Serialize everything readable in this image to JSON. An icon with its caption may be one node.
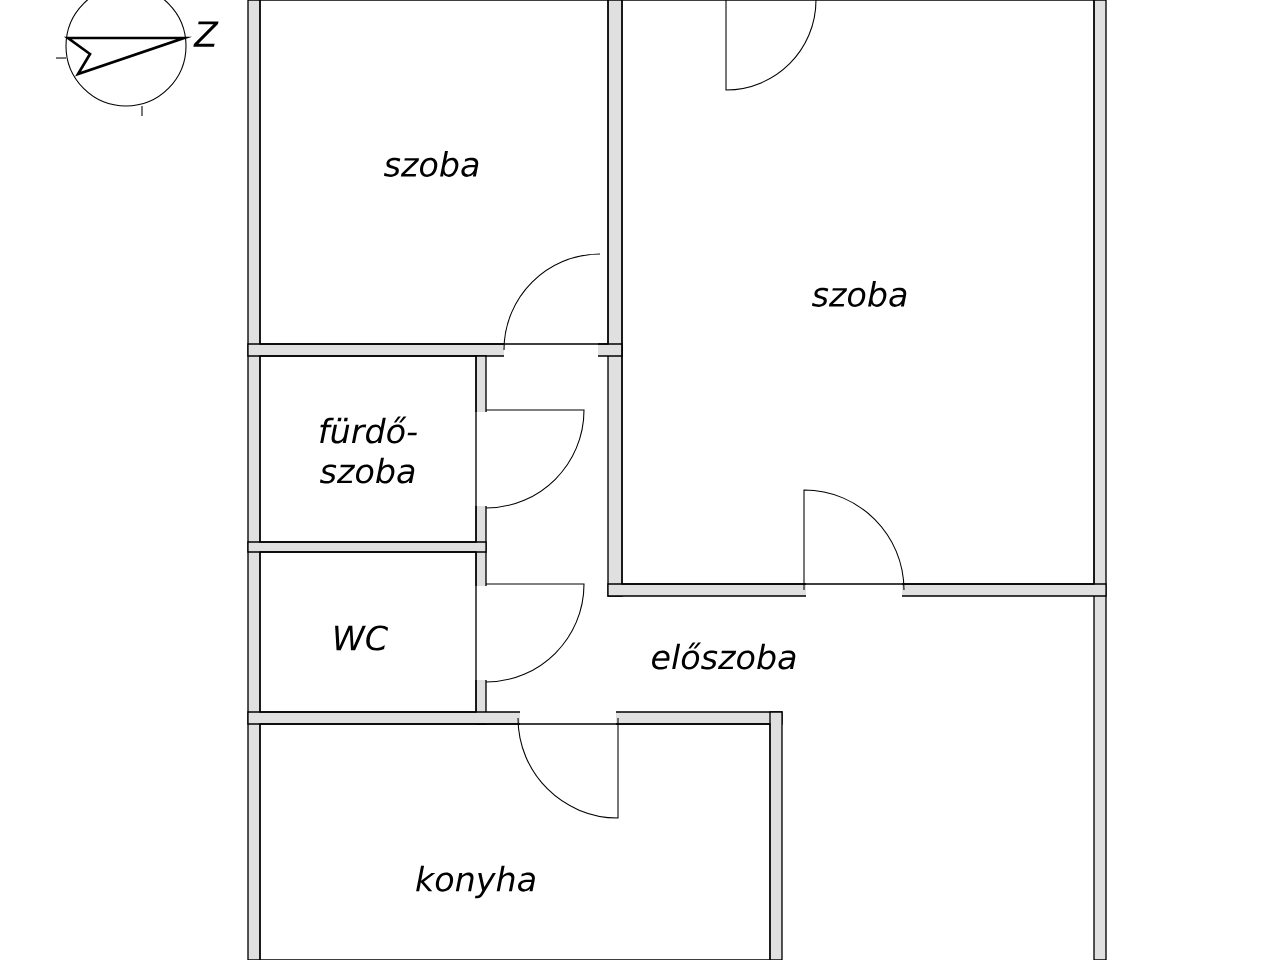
{
  "diagram": {
    "nodes": [
      {
        "text": [
          "szoba"
        ]
      },
      {
        "text": [
          "szoba"
        ]
      },
      {
        "text": [
          "fürdő- szoba"
        ]
      },
      {
        "text": [
          "WC"
        ]
      },
      {
        "text": [
          "előszoba"
        ]
      },
      {
        "text": [
          "konyha"
        ]
      }
    ],
    "labels": [
      "Z"
    ]
  }
}
